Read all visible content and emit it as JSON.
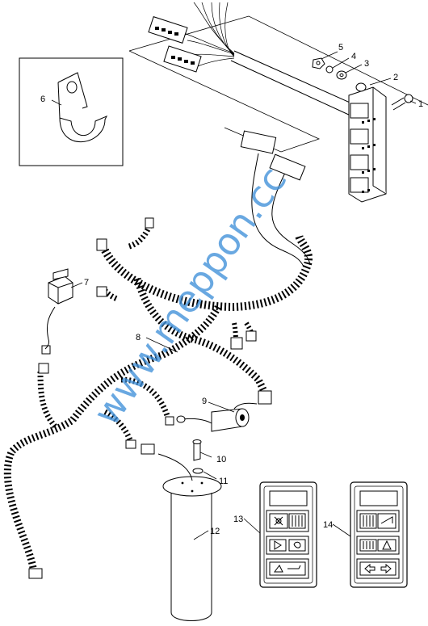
{
  "diagram": {
    "callouts": [
      {
        "id": "part-1",
        "label": "1"
      },
      {
        "id": "part-2",
        "label": "2"
      },
      {
        "id": "part-3",
        "label": "3"
      },
      {
        "id": "part-4",
        "label": "4"
      },
      {
        "id": "part-5",
        "label": "5"
      },
      {
        "id": "part-6",
        "label": "6"
      },
      {
        "id": "part-7",
        "label": "7"
      },
      {
        "id": "part-8",
        "label": "8"
      },
      {
        "id": "part-9",
        "label": "9"
      },
      {
        "id": "part-10",
        "label": "10"
      },
      {
        "id": "part-11",
        "label": "11"
      },
      {
        "id": "part-12",
        "label": "12"
      },
      {
        "id": "part-13",
        "label": "13"
      },
      {
        "id": "part-14",
        "label": "14"
      }
    ],
    "watermark": "www.meppon.cc",
    "colors": {
      "line": "#000000",
      "watermark": "#3f8fd8",
      "background": "#ffffff"
    }
  }
}
